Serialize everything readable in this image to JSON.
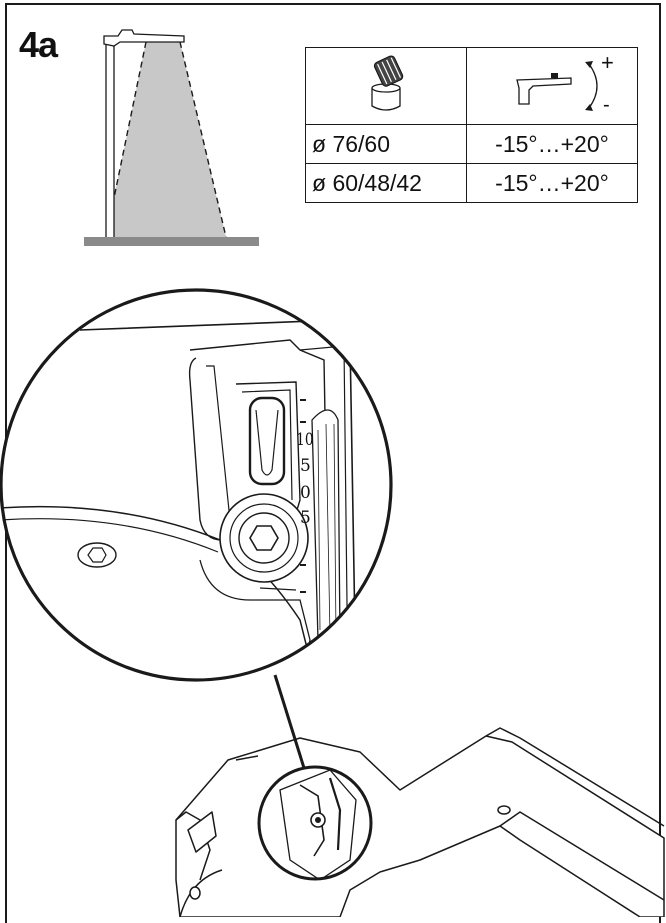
{
  "step": {
    "label": "4a"
  },
  "tilt_table": {
    "rows": [
      {
        "diameter": "ø 76/60",
        "range": "-15°…+20°"
      },
      {
        "diameter": "ø 60/48/42",
        "range": "-15°…+20°"
      }
    ],
    "tilt_plus": "+",
    "tilt_minus": "-"
  },
  "detail": {
    "scale_marks": [
      "10",
      "5",
      "0",
      "5"
    ]
  },
  "colors": {
    "line": "#1a1a1a",
    "beam_fill": "#c8c8c8",
    "ground": "#8a8a8a",
    "body_fill": "#ffffff"
  },
  "icons": [
    "pole-luminaire-icon",
    "spigot-adapter-icon",
    "tilt-luminaire-icon",
    "hex-bolt-icon",
    "magnifier-circle-icon"
  ]
}
